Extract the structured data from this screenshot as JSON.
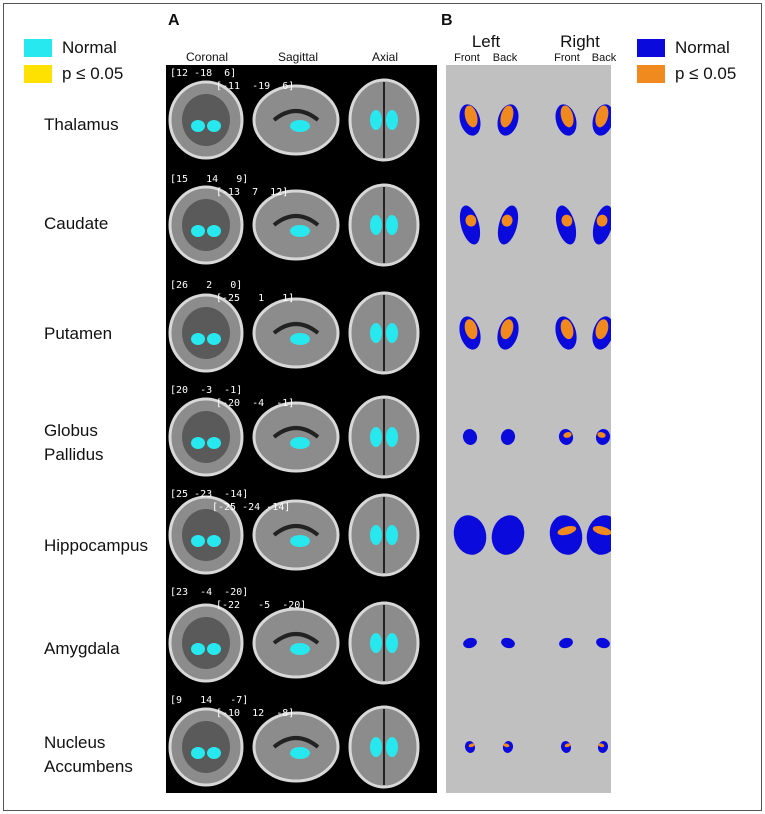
{
  "legend_left": {
    "items": [
      {
        "label": "Normal",
        "color": "#27e8ee"
      },
      {
        "label": "p ≤ 0.05",
        "color": "#ffe100"
      }
    ]
  },
  "legend_right": {
    "items": [
      {
        "label": "Normal",
        "color": "#0a0adc"
      },
      {
        "label": "p ≤ 0.05",
        "color": "#f08a1e"
      }
    ]
  },
  "panel_a": {
    "label": "A",
    "columns": [
      "Coronal",
      "Sagittal",
      "Axial"
    ]
  },
  "panel_b": {
    "label": "B",
    "hemispheres": [
      "Left",
      "Right"
    ],
    "views": [
      "Front",
      "Back",
      "Front",
      "Back"
    ]
  },
  "rows": [
    {
      "label": [
        "Thalamus"
      ],
      "coord1": "[12 -18  6]",
      "coord2": "[-11  -19  6]"
    },
    {
      "label": [
        "Caudate"
      ],
      "coord1": "[15   14   9]",
      "coord2": "[-13  7  12]"
    },
    {
      "label": [
        "Putamen"
      ],
      "coord1": "[26   2   0]",
      "coord2": "[-25   1   1]"
    },
    {
      "label": [
        "Globus",
        "Pallidus"
      ],
      "coord1": "[20  -3  -1]",
      "coord2": "[-20  -4  -1]"
    },
    {
      "label": [
        "Hippocampus"
      ],
      "coord1": "[25 -23  -14]",
      "coord2": "[-25 -24 -14]"
    },
    {
      "label": [
        "Amygdala"
      ],
      "coord1": "[23  -4  -20]",
      "coord2": "[-22   -5  -20]"
    },
    {
      "label": [
        "Nucleus",
        "Accumbens"
      ],
      "coord1": "[9   14   -7]",
      "coord2": "[-10  12  -8]"
    }
  ]
}
